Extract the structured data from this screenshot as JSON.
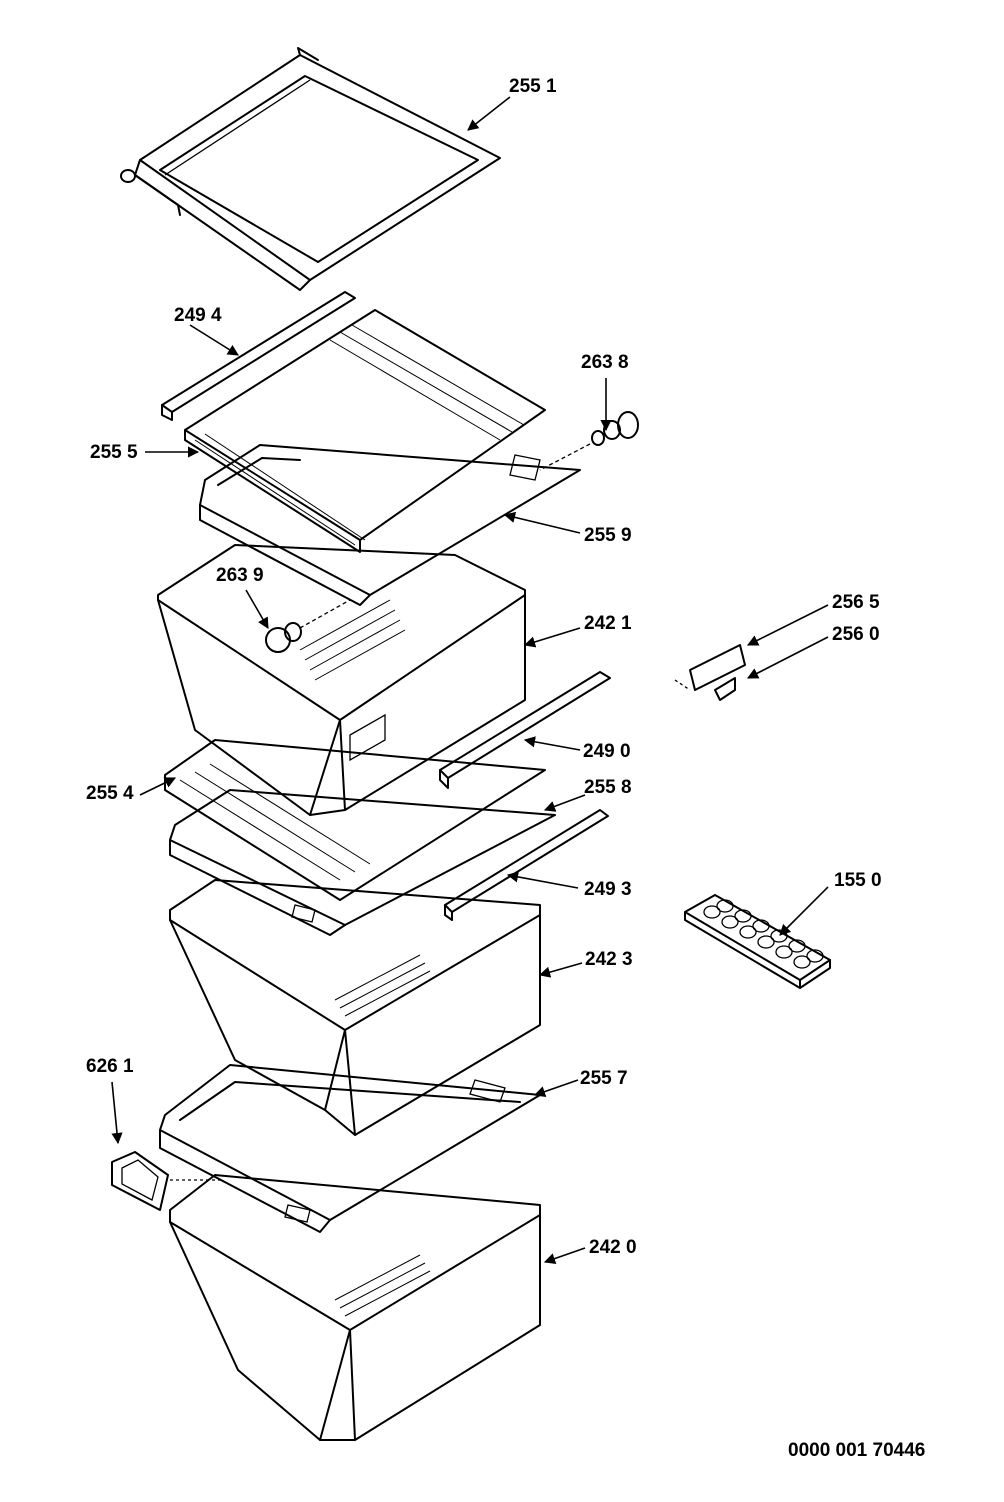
{
  "document_number": "0000 001 70446",
  "callouts": [
    {
      "id": "c2551",
      "text": "255 1"
    },
    {
      "id": "c2494",
      "text": "249 4"
    },
    {
      "id": "c2638",
      "text": "263 8"
    },
    {
      "id": "c2555",
      "text": "255 5"
    },
    {
      "id": "c2559",
      "text": "255 9"
    },
    {
      "id": "c2639",
      "text": "263 9"
    },
    {
      "id": "c2565",
      "text": "256 5"
    },
    {
      "id": "c2421",
      "text": "242 1"
    },
    {
      "id": "c2560",
      "text": "256 0"
    },
    {
      "id": "c2490",
      "text": "249 0"
    },
    {
      "id": "c2554",
      "text": "255 4"
    },
    {
      "id": "c2558",
      "text": "255 8"
    },
    {
      "id": "c1550",
      "text": "155 0"
    },
    {
      "id": "c2493",
      "text": "249 3"
    },
    {
      "id": "c2423",
      "text": "242 3"
    },
    {
      "id": "c6261",
      "text": "626 1"
    },
    {
      "id": "c2557",
      "text": "255 7"
    },
    {
      "id": "c2420",
      "text": "242 0"
    }
  ]
}
